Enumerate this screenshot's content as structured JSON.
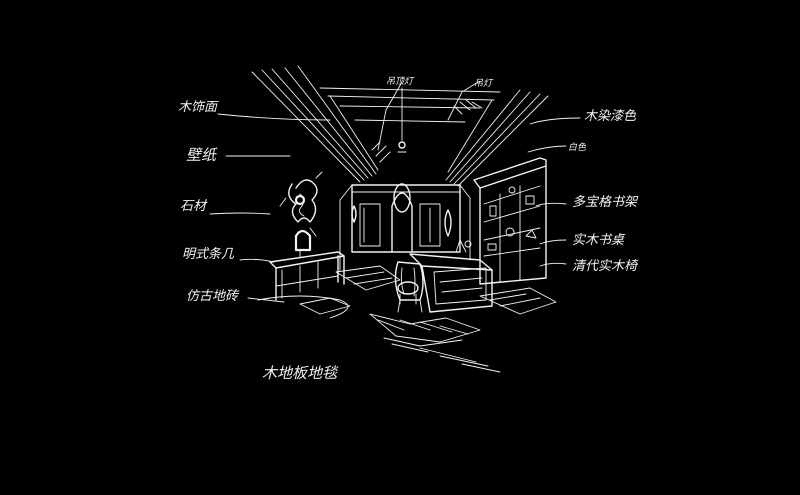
{
  "colors": {
    "background": "#000000",
    "ink": "#f2f2f2"
  },
  "annotations": {
    "ceiling_light": "吊顶灯",
    "ceiling_lamp": "吊灯",
    "wood_trim": "木饰面",
    "wood_veneer_paint": "木染漆色",
    "white_paint": "白色",
    "mural": "壁纸",
    "stone": "石材",
    "bright_cabinet": "明式条几",
    "bookshelf": "多宝格书架",
    "solid_wood_desk": "实木书桌",
    "wood_chair": "清代实木椅",
    "floor_tile": "仿古地砖",
    "wood_floor": "木地板地毯"
  }
}
